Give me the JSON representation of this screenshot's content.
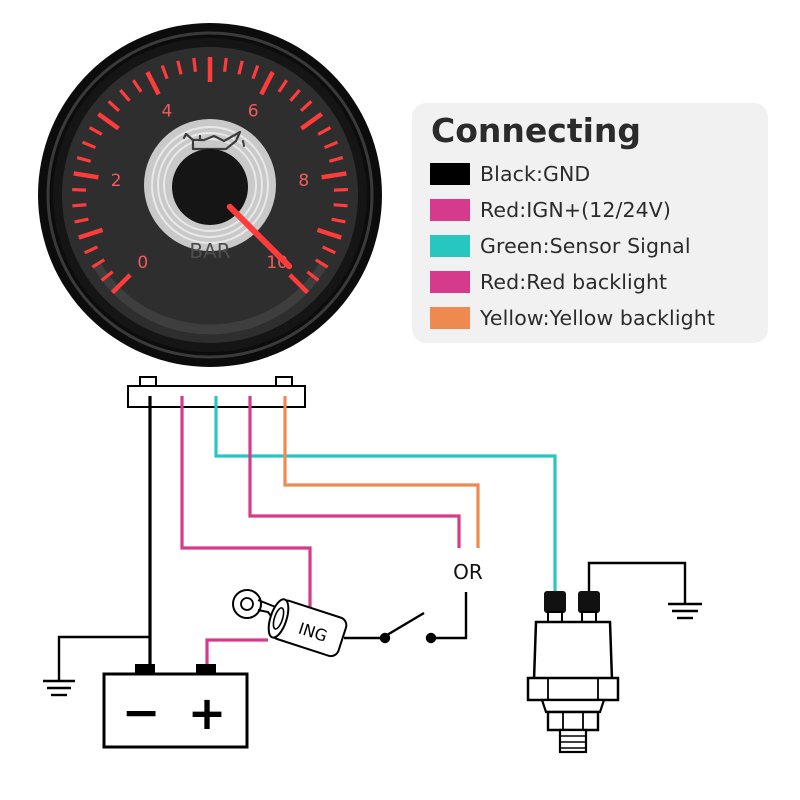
{
  "gauge": {
    "unit_label": "BAR",
    "scale_labels": [
      "0",
      "2",
      "4",
      "6",
      "8",
      "10"
    ],
    "needle_value": 10,
    "scale_min": 0,
    "scale_max": 10,
    "icon": "oil-can-icon",
    "backlight_color": "#ff3b3b"
  },
  "legend": {
    "title": "Connecting",
    "items": [
      {
        "label": "Black:GND",
        "color": "#000000"
      },
      {
        "label": "Red:IGN+(12/24V)",
        "color": "#d63a8a"
      },
      {
        "label": "Green:Sensor Signal",
        "color": "#27c7c0"
      },
      {
        "label": "Red:Red backlight",
        "color": "#d63a8a"
      },
      {
        "label": "Yellow:Yellow backlight",
        "color": "#ee8a50"
      }
    ]
  },
  "wiring": {
    "or_label": "OR",
    "ignition_label": "ING",
    "battery_negative": "−",
    "battery_positive": "+"
  }
}
